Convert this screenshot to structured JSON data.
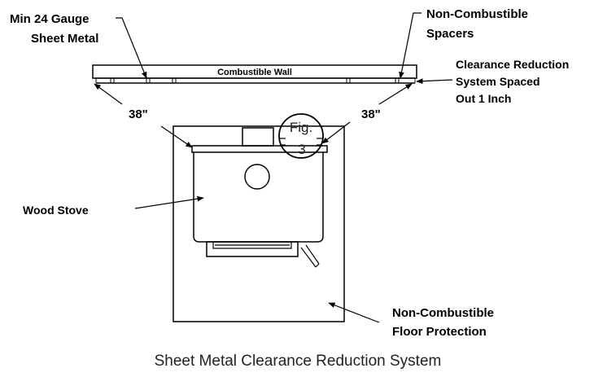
{
  "diagram": {
    "labels": {
      "gauge_line1": "Min 24 Gauge",
      "gauge_line2": "Sheet Metal",
      "spacers_line1": "Non-Combustible",
      "spacers_line2": "Spacers",
      "wall": "Combustible Wall",
      "clearance_line1": "Clearance Reduction",
      "clearance_line2": "System Spaced",
      "clearance_line3": "Out 1 Inch",
      "dim_left": "38\"",
      "dim_right": "38\"",
      "fig_line1": "Fig.",
      "fig_line2": "3",
      "wood_stove": "Wood Stove",
      "floor_line1": "Non-Combustible",
      "floor_line2": "Floor Protection"
    },
    "caption": "Sheet Metal Clearance Reduction System"
  }
}
